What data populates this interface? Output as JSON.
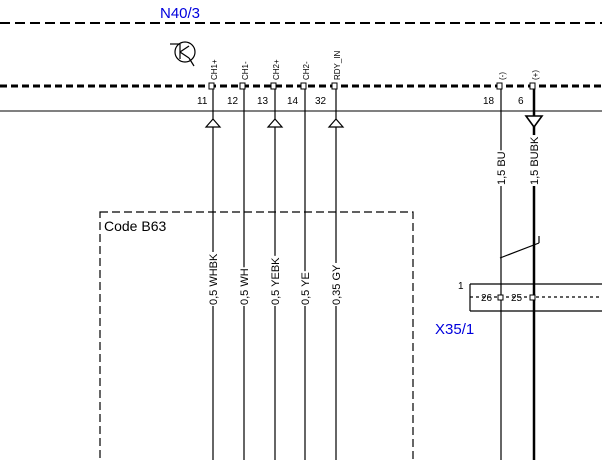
{
  "module": {
    "label": "N40/3",
    "color": "#0000dd"
  },
  "ground_icon": "antenna-ground-symbol-icon",
  "pins": [
    {
      "num": "11",
      "signal": "CH1+",
      "wire": "0,5 WHBK"
    },
    {
      "num": "12",
      "signal": "CH1-",
      "wire": "0,5 WH"
    },
    {
      "num": "13",
      "signal": "CH2+",
      "wire": "0,5 YEBK"
    },
    {
      "num": "14",
      "signal": "CH2-",
      "wire": "0,5 YE"
    },
    {
      "num": "32",
      "signal": "RDY_IN",
      "wire": "0,35 GY"
    },
    {
      "num": "18",
      "signal": "(-)",
      "wire": "1,5 BU"
    },
    {
      "num": "6",
      "signal": "(+)",
      "wire": "1,5 BUBK"
    }
  ],
  "code_box": {
    "label": "Code B63"
  },
  "connector": {
    "label": "X35/1",
    "color": "#0000dd",
    "side_pin": "1",
    "pins": [
      "26",
      "25"
    ]
  }
}
